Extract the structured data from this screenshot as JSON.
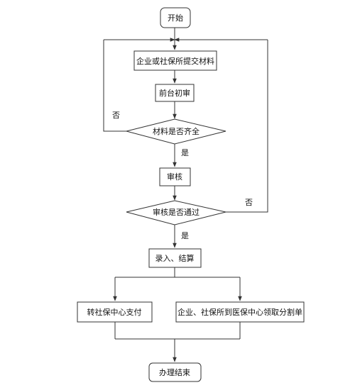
{
  "diagram": {
    "nodes": {
      "start": "开始",
      "submit": "企业或社保所提交材料",
      "front_review": "前台初审",
      "materials_complete": "材料是否齐全",
      "audit": "审核",
      "audit_pass": "审核是否通过",
      "entry_settle": "录入、结算",
      "transfer_pay": "转社保中心支付",
      "collect_bill": "企业、社保所到医保中心领取分割单",
      "end": "办理结束"
    },
    "edge_labels": {
      "no_materials": "否",
      "yes_materials": "是",
      "no_audit": "否",
      "yes_audit": "是"
    },
    "colors": {
      "stroke": "#333333",
      "fill": "#ffffff",
      "text": "#111111"
    }
  }
}
